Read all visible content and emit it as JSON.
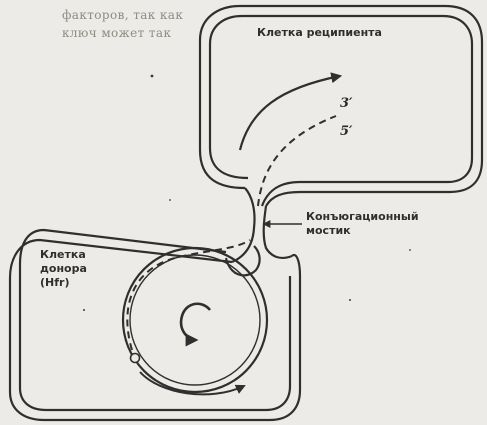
{
  "labels": {
    "recipient_cell": "Клетка реципиента",
    "donor_cell": "Клетка\nдонора\n(Hfr)",
    "bridge": "Конъюгационный\nмостик",
    "strand_3": "3′",
    "strand_5": "5′"
  },
  "background_text": {
    "line1": "факторов, так как",
    "line2": "ключ может так"
  },
  "colors": {
    "ink": "#2f2f2f",
    "paper": "#ecebe7",
    "bleed": "#8f8b83"
  }
}
